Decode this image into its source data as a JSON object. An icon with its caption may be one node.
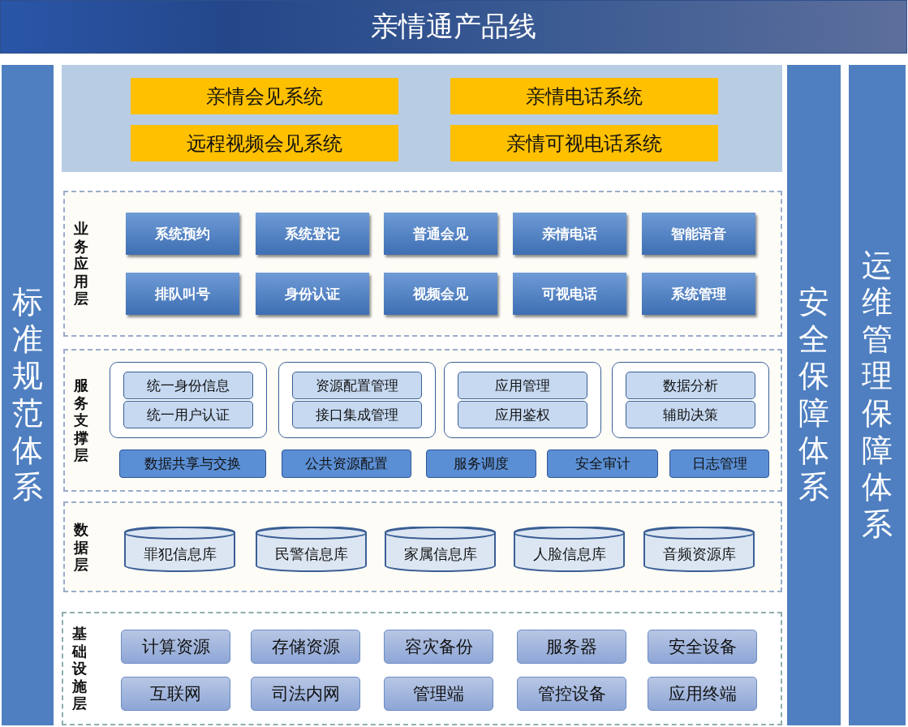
{
  "diagram": {
    "title": "亲情通产品线",
    "nodes": [
      {
        "text": [
          "标准规范体系"
        ]
      },
      {
        "text": [
          "安全保障体系"
        ]
      },
      {
        "text": [
          "运维管理保障体系"
        ]
      },
      {
        "text": [],
        "shape": "box"
      },
      {
        "text": [
          "亲情会见系统"
        ],
        "in": 3
      },
      {
        "text": [
          "亲情电话系统"
        ],
        "in": 3
      },
      {
        "text": [
          "远程视频会见系统"
        ],
        "in": 3
      },
      {
        "text": [
          "亲情可视电话系统"
        ],
        "in": 3
      },
      {
        "text": [
          "业务应用层"
        ]
      },
      {
        "text": [
          "系统预约"
        ],
        "in": 8
      },
      {
        "text": [
          "系统登记"
        ],
        "in": 8
      },
      {
        "text": [
          "普通会见"
        ],
        "in": 8
      },
      {
        "text": [
          "亲情电话"
        ],
        "in": 8
      },
      {
        "text": [
          "智能语音"
        ],
        "in": 8
      },
      {
        "text": [
          "排队叫号"
        ],
        "in": 8
      },
      {
        "text": [
          "身份认证"
        ],
        "in": 8
      },
      {
        "text": [
          "视频会见"
        ],
        "in": 8
      },
      {
        "text": [
          "可视电话"
        ],
        "in": 8
      },
      {
        "text": [
          "系统管理"
        ],
        "in": 8
      },
      {
        "text": [
          "服务支撑层"
        ]
      },
      {
        "text": [],
        "shape": "box",
        "in": 19
      },
      {
        "text": [
          "统一身份信息"
        ],
        "in": 20
      },
      {
        "text": [
          "统一用户认证"
        ],
        "in": 20
      },
      {
        "text": [],
        "shape": "box",
        "in": 19
      },
      {
        "text": [
          "资源配置管理"
        ],
        "in": 23
      },
      {
        "text": [
          "接口集成管理"
        ],
        "in": 23
      },
      {
        "text": [],
        "shape": "box",
        "in": 19
      },
      {
        "text": [
          "应用管理"
        ],
        "in": 26
      },
      {
        "text": [
          "应用鉴权"
        ],
        "in": 26
      },
      {
        "text": [],
        "shape": "box",
        "in": 19
      },
      {
        "text": [
          "数据分析"
        ],
        "in": 29
      },
      {
        "text": [
          "辅助决策"
        ],
        "in": 29
      },
      {
        "text": [
          "数据共享与交换"
        ],
        "in": 19
      },
      {
        "text": [
          "公共资源配置"
        ],
        "in": 19
      },
      {
        "text": [
          "服务调度"
        ],
        "in": 19
      },
      {
        "text": [
          "安全审计"
        ],
        "in": 19
      },
      {
        "text": [
          "日志管理"
        ],
        "in": 19
      },
      {
        "text": [
          "数据层"
        ]
      },
      {
        "text": [
          "罪犯信息库"
        ],
        "in": 37
      },
      {
        "text": [
          "民警信息库"
        ],
        "in": 37
      },
      {
        "text": [
          "家属信息库"
        ],
        "in": 37
      },
      {
        "text": [
          "人脸信息库"
        ],
        "in": 37
      },
      {
        "text": [
          "音频资源库"
        ],
        "in": 37
      },
      {
        "text": [
          "基础设施层"
        ]
      },
      {
        "text": [
          "计算资源"
        ],
        "in": 43
      },
      {
        "text": [
          "存储资源"
        ],
        "in": 43
      },
      {
        "text": [
          "容灾备份"
        ],
        "in": 43
      },
      {
        "text": [
          "服务器"
        ],
        "in": 43
      },
      {
        "text": [
          "安全设备"
        ],
        "in": 43
      },
      {
        "text": [
          "互联网"
        ],
        "in": 43
      },
      {
        "text": [
          "司法内网"
        ],
        "in": 43
      },
      {
        "text": [
          "管理端"
        ],
        "in": 43
      },
      {
        "text": [
          "管控设备"
        ],
        "in": 43
      },
      {
        "text": [
          "应用终端"
        ],
        "in": 43
      }
    ]
  }
}
